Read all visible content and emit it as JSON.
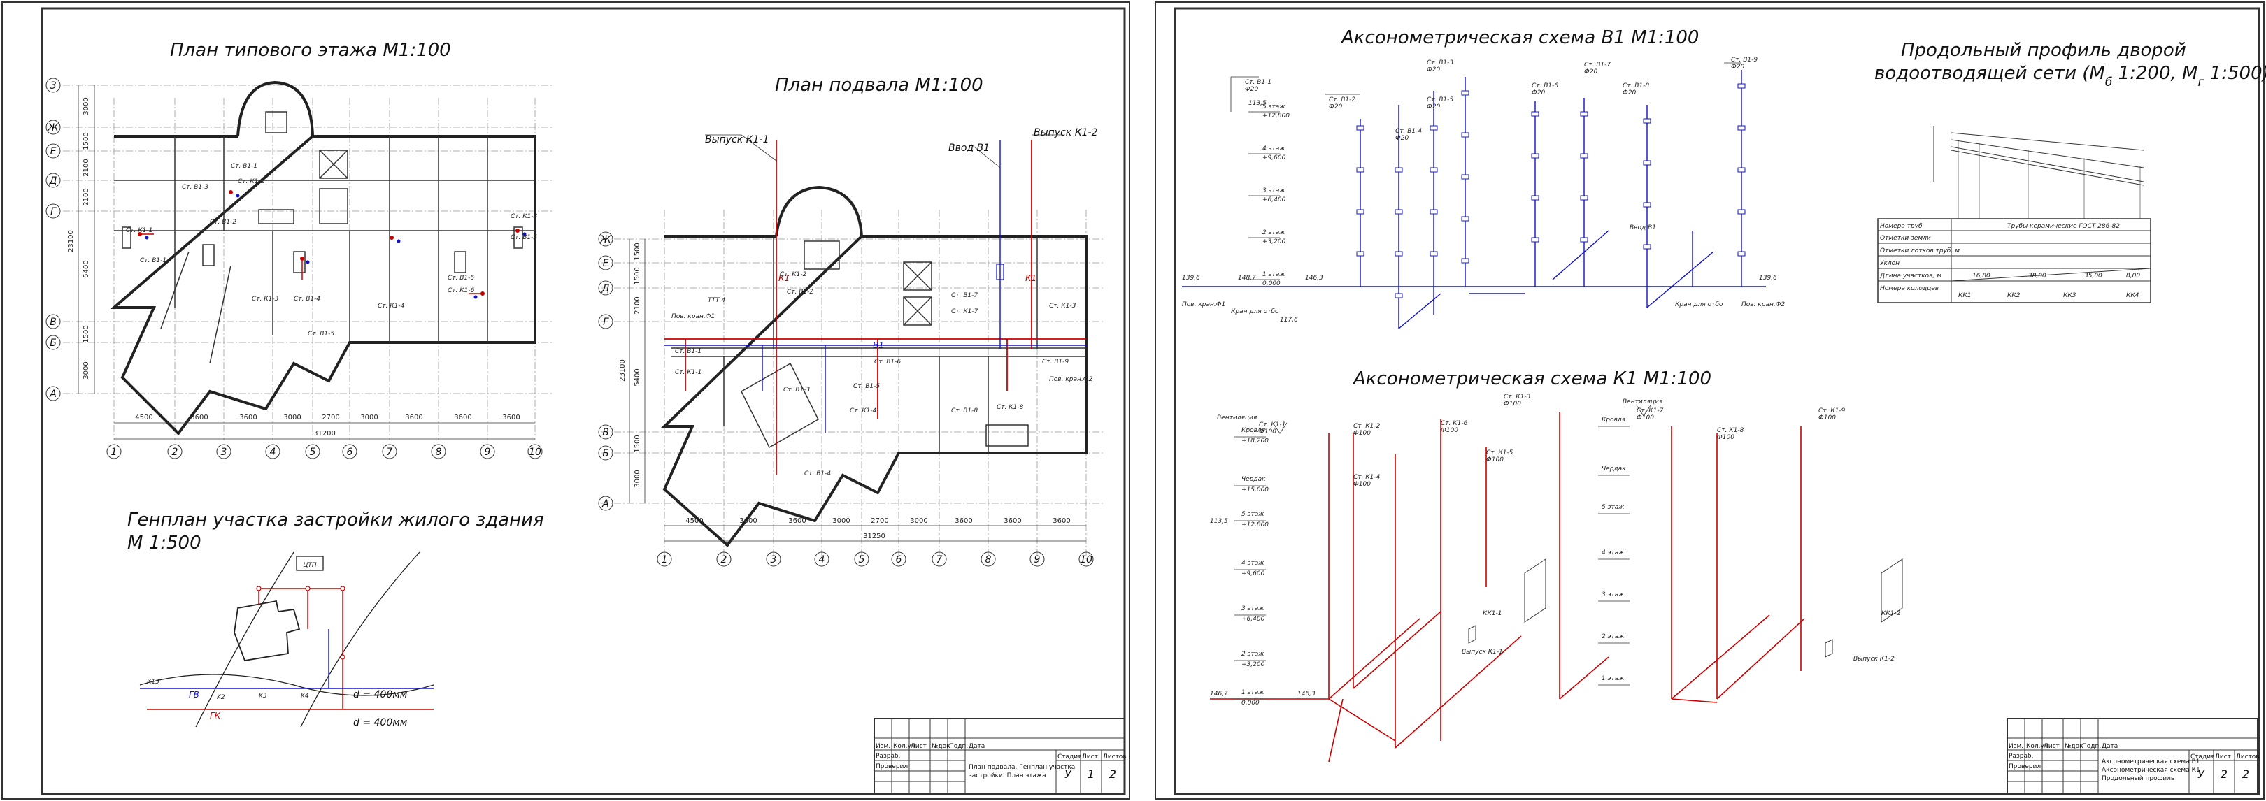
{
  "sheet1": {
    "title_plan_floor": "План типового этажа М1:100",
    "title_plan_basement": "План подвала М1:100",
    "title_genplan_line1": "Генплан участка застройки жилого здания",
    "title_genplan_line2": "М 1:500",
    "axes_letters": [
      "З",
      "Ж",
      "Е",
      "Д",
      "Г",
      "В",
      "Б",
      "А"
    ],
    "axes_numbers": [
      "1",
      "2",
      "3",
      "4",
      "5",
      "6",
      "7",
      "8",
      "9",
      "10"
    ],
    "dims_bottom": [
      "4500",
      "3600",
      "3600",
      "3000",
      "2700",
      "3000",
      "3600",
      "3600",
      "3600"
    ],
    "dim_total": "31200",
    "dim_total_basement": "31250",
    "dims_left": [
      "3000",
      "1500",
      "2100",
      "2100",
      "5400",
      "1500",
      "3000"
    ],
    "dim_left_total": "23100",
    "outlet_1": "Выпуск К1-1",
    "outlet_2": "Выпуск К1-2",
    "inlet_b1": "Ввод В1",
    "pipe_k1": "К1",
    "pipe_b1": "В1",
    "genplan_k13": "К13",
    "genplan_tsp": "ЦТП",
    "genplan_d1": "d = 400мм",
    "genplan_d2": "d = 400мм",
    "genplan_gv": "ГВ",
    "genplan_gk": "ГК",
    "stamp_sheet": "1",
    "stamp_sheets": "2",
    "stamp_stage": "У"
  },
  "sheet2": {
    "title_axon_b1": "Аксонометрическая схема В1 М1:100",
    "title_axon_k1": "Аксонометрическая схема К1 М1:100",
    "title_profile_line1": "Продольный профиль дворой",
    "title_profile_line2": "водоотводящей сети (М",
    "title_profile_sub1": "б",
    "title_profile_mid": " 1:200, М",
    "title_profile_sub2": "г",
    "title_profile_end": " 1:500)",
    "profile_rows": [
      "Номера труб",
      "Отметки земли",
      "Отметки лотков труб, м",
      "Уклон",
      "Длина участков, м",
      "Номера колодцев"
    ],
    "profile_pipe_note": "Трубы керамические ГОСТ 286-82",
    "floors": [
      "5 этаж",
      "4 этаж",
      "3 этаж",
      "2 этаж",
      "1 этаж"
    ],
    "floors_k1": [
      "Кровля",
      "Чердак",
      "5 этаж",
      "4 этаж",
      "3 этаж",
      "2 этаж",
      "1 этаж"
    ],
    "vyp_k11": "Выпуск К1-1",
    "vyp_k12": "Выпуск К1-2",
    "kk11": "КК1-1",
    "kk12": "КК1-2",
    "vvod_b1": "Ввод В1",
    "stamp_sheet": "2",
    "stamp_sheets": "2",
    "stamp_stage": "У"
  }
}
